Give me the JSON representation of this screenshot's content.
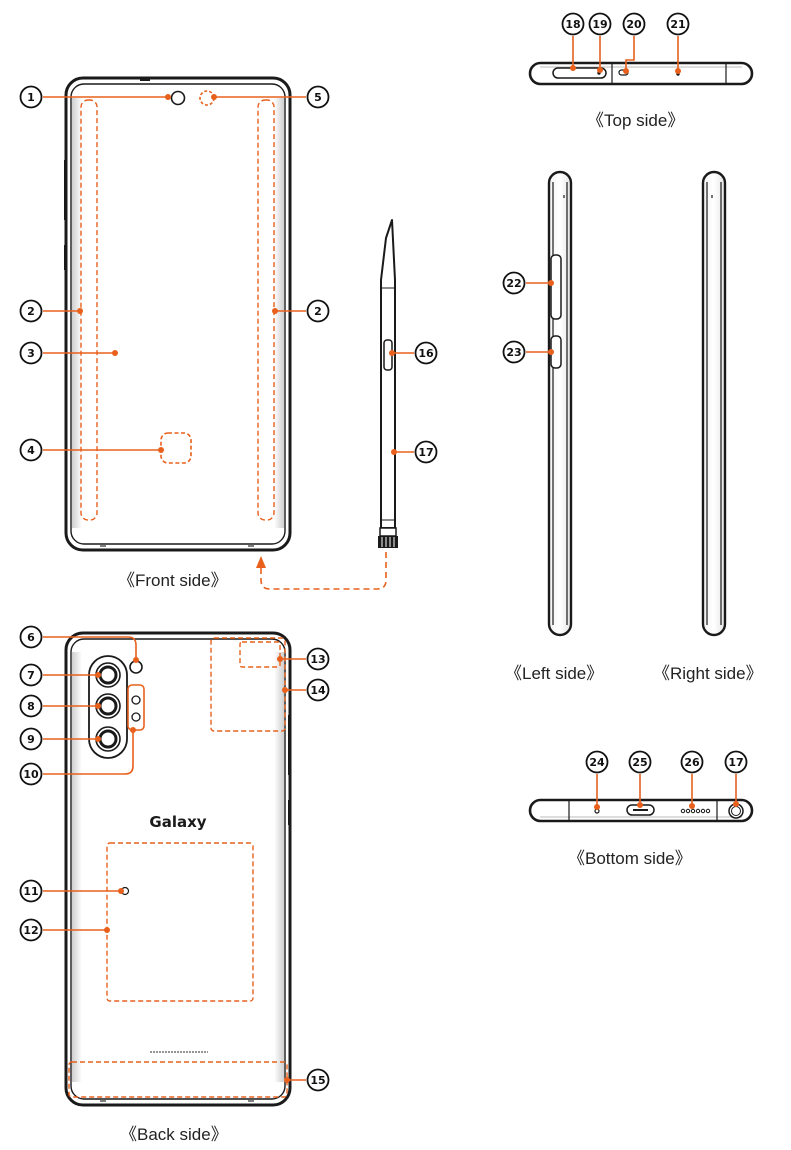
{
  "colors": {
    "accent": "#E8601C",
    "outline": "#1a1a1a",
    "grey": "#8a8a8a"
  },
  "captions": {
    "front": "《Front side》",
    "top": "《Top side》",
    "left": "《Left side》",
    "right": "《Right side》",
    "back": "《Back side》",
    "bottom": "《Bottom side》"
  },
  "callouts": {
    "c1": "1",
    "c2": "2",
    "c3": "3",
    "c4": "4",
    "c5": "5",
    "c6": "6",
    "c7": "7",
    "c8": "8",
    "c9": "9",
    "c10": "10",
    "c11": "11",
    "c12": "12",
    "c13": "13",
    "c14": "14",
    "c15": "15",
    "c16": "16",
    "c17": "17",
    "c18": "18",
    "c19": "19",
    "c20": "20",
    "c21": "21",
    "c22": "22",
    "c23": "23",
    "c24": "24",
    "c25": "25",
    "c26": "26"
  },
  "logo_text": "Galaxy"
}
